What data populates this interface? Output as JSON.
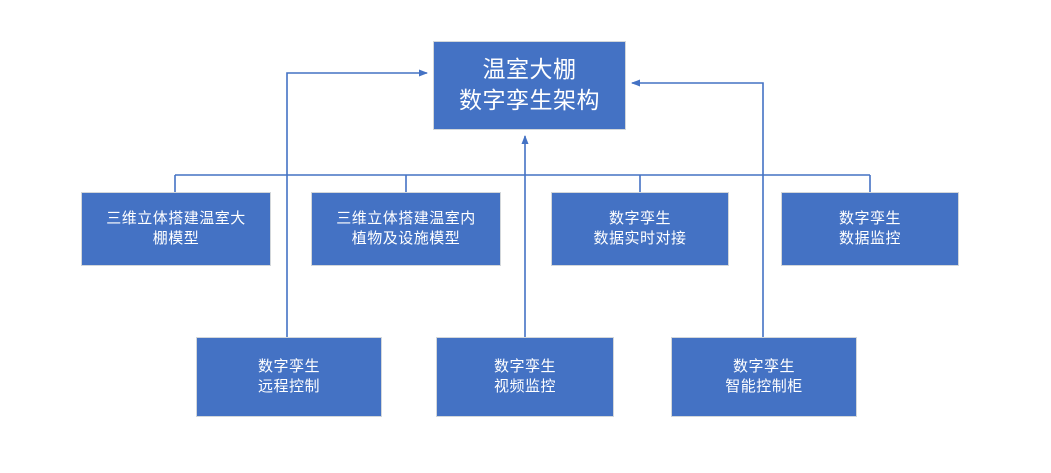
{
  "diagram": {
    "title": "温室大棚数字孪生架构",
    "colors": {
      "node_fill": "#4472c4",
      "node_border": "#d3d7da",
      "node_text": "#ffffff",
      "connector": "#4472c4",
      "background": "#ffffff"
    },
    "root": {
      "line1": "温室大棚",
      "line2": "数字孪生架构",
      "text": "温室大棚\n数字孪生架构"
    },
    "middle_row": [
      {
        "id": "greenhouse-model",
        "line1": "三维立体搭建温室大",
        "line2": "棚模型",
        "text": "三维立体搭建温室大\n棚模型"
      },
      {
        "id": "plant-facility-model",
        "line1": "三维立体搭建温室内",
        "line2": "植物及设施模型",
        "text": "三维立体搭建温室内\n植物及设施模型"
      },
      {
        "id": "realtime-data",
        "line1": "数字孪生",
        "line2": "数据实时对接",
        "text": "数字孪生\n数据实时对接"
      },
      {
        "id": "data-monitoring",
        "line1": "数字孪生",
        "line2": "数据监控",
        "text": "数字孪生\n数据监控"
      }
    ],
    "bottom_row": [
      {
        "id": "remote-control",
        "line1": "数字孪生",
        "line2": "远程控制",
        "text": "数字孪生\n远程控制"
      },
      {
        "id": "video-monitoring",
        "line1": "数字孪生",
        "line2": "视频监控",
        "text": "数字孪生\n视频监控"
      },
      {
        "id": "smart-control-cabinet",
        "line1": "数字孪生",
        "line2": "智能控制柜",
        "text": "数字孪生\n智能控制柜"
      }
    ]
  }
}
